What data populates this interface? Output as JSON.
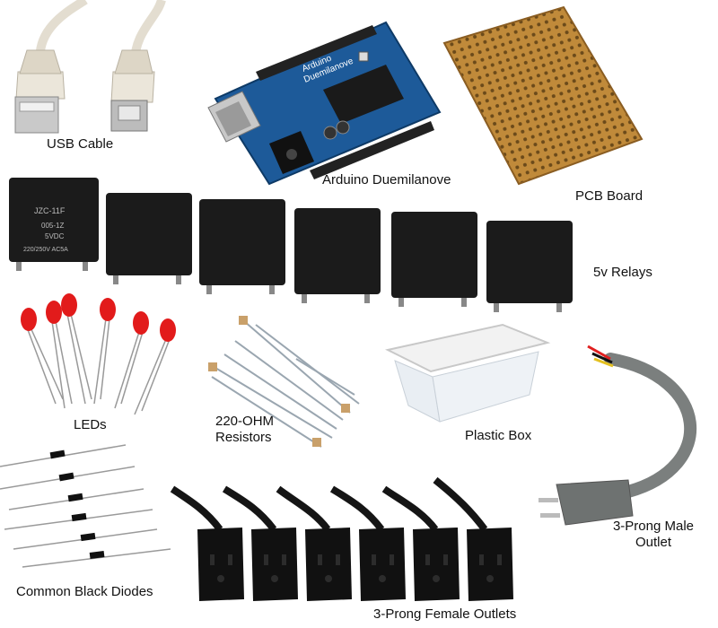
{
  "labels": {
    "usb_cable": "USB Cable",
    "arduino": "Arduino Duemilanove",
    "pcb_board": "PCB Board",
    "relays": "5v Relays",
    "leds": "LEDs",
    "resistors_line1": "220-OHM",
    "resistors_line2": "Resistors",
    "plastic_box": "Plastic Box",
    "male_outlet_line1": "3-Prong Male",
    "male_outlet_line2": "Outlet",
    "diodes": "Common Black Diodes",
    "female_outlets": "3-Prong Female Outlets"
  },
  "relay_markings": {
    "model": "JZC-11F",
    "code": "005-1Z",
    "voltage": "5VDC",
    "rating": "220/250V AC5A"
  },
  "board_markings": {
    "name_line1": "Arduino",
    "name_line2": "Duemilanove"
  }
}
